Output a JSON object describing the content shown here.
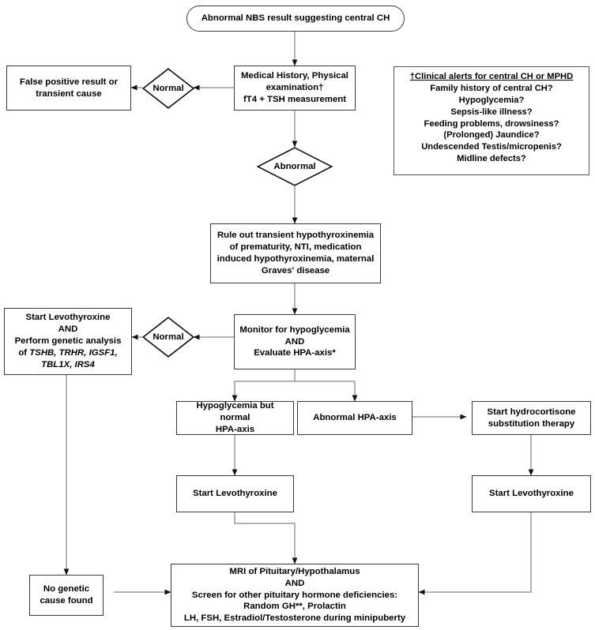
{
  "diagram": {
    "title": "Central congenital hypothyroidism diagnostic flowchart",
    "line_color": "#9a9a9a",
    "border_color": "#3a3a3a",
    "nodes": {
      "start": "Abnormal NBS result suggesting central CH",
      "false_positive_l1": "False positive result or",
      "false_positive_l2": "transient cause",
      "decision_normal_1": "Normal",
      "medical_history_l1": "Medical History, Physical",
      "medical_history_l2": "examination†",
      "medical_history_l3": "fT4 + TSH measurement",
      "decision_abnormal": "Abnormal",
      "rule_out_l1": "Rule out transient  hypothyroxinemia",
      "rule_out_l2": "of prematurity, NTI, medication",
      "rule_out_l3": "induced hypothyroxinemia, maternal",
      "rule_out_l4": "Graves' disease",
      "monitor_l1": "Monitor for hypoglycemia",
      "monitor_l2": "AND",
      "monitor_l3": "Evaluate HPA-axis*",
      "decision_normal_2": "Normal",
      "genetic_l1": "Start Levothyroxine",
      "genetic_l2": "AND",
      "genetic_l3": "Perform genetic analysis",
      "genetic_l4_prefix": "of ",
      "genetic_l4_genes": "TSHB, TRHR, IGSF1,",
      "genetic_l5_genes": "TBL1X, IRS4",
      "hypo_normal_hpa_l1": "Hypoglycemia but normal",
      "hypo_normal_hpa_l2": "HPA-axis",
      "abnormal_hpa": "Abnormal HPA-axis",
      "hydrocortisone_l1": "Start hydrocortisone",
      "hydrocortisone_l2": "substitution therapy",
      "levo_left": "Start Levothyroxine",
      "levo_right": "Start Levothyroxine",
      "no_genetic_l1": "No genetic",
      "no_genetic_l2": "cause found",
      "mri_l1": "MRI of Pituitary/Hypothalamus",
      "mri_l2": "AND",
      "mri_l3": "Screen for other pituitary hormone deficiencies:",
      "mri_l4": "Random GH**, Prolactin",
      "mri_l5": "LH, FSH, Estradiol/Testosterone during minipuberty"
    },
    "alerts_box": {
      "header": "†Clinical alerts for central CH or MPHD",
      "items": [
        "Family history of central CH?",
        "Hypoglycemia?",
        "Sepsis-like illness?",
        "Feeding problems, drowsiness?",
        "(Prolonged) Jaundice?",
        "Undescended Testis/micropenis?",
        "Midline defects?"
      ]
    }
  }
}
